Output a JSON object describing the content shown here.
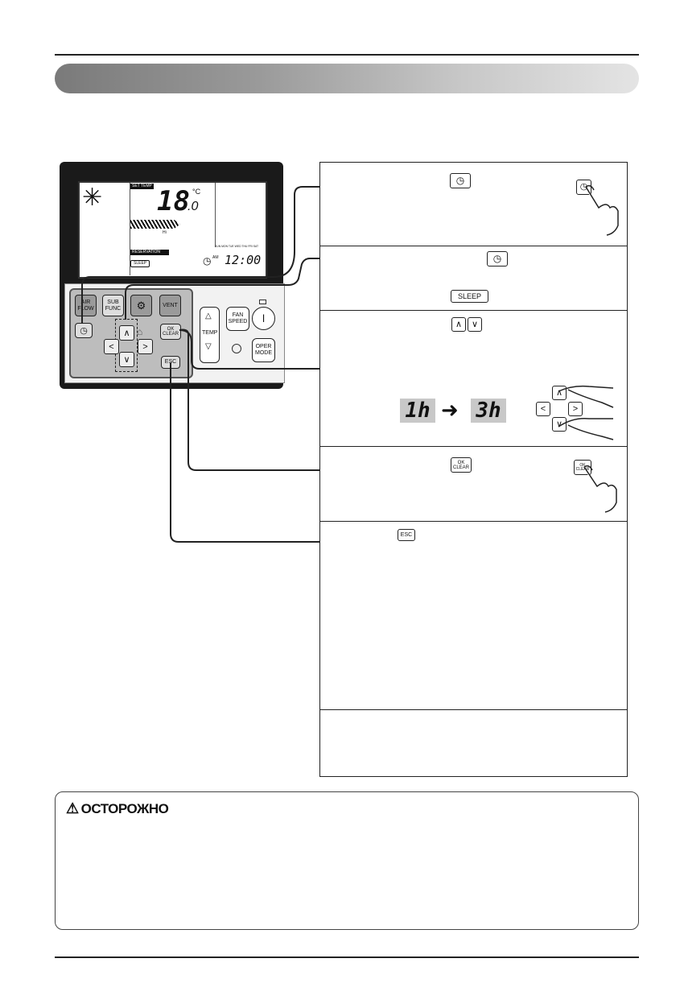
{
  "remote": {
    "lcd": {
      "set_temp_label": "SET TEMP",
      "temp_value": "18",
      "temp_decimal": ".0",
      "temp_unit": "°C",
      "fan_level": "Hi",
      "reservation_label": "RESERVATION",
      "days": "SUN MON TUE WED THU FRI SAT",
      "sleep_label": "SLEEP",
      "am_label": "AM",
      "time": "12:00"
    },
    "buttons": {
      "air_flow": "AIR FLOW",
      "sub_func": "SUB FUNC",
      "vent": "VENT",
      "ok_clear": "OK CLEAR",
      "esc": "ESC",
      "temp": "TEMP",
      "fan_speed": "FAN SPEED",
      "oper_mode": "OPER MODE"
    }
  },
  "steps": {
    "sleep_icon": "SLEEP",
    "ok_clear_icon": "OK CLEAR",
    "esc_icon": "ESC",
    "display_from": "1h",
    "display_to": "3h"
  },
  "caution": {
    "title": "ОСТОРОЖНО"
  },
  "colors": {
    "titlebar_left": "#7a7a7a",
    "titlebar_right": "#e4e4e4",
    "button_panel": "#bdbdbd"
  }
}
